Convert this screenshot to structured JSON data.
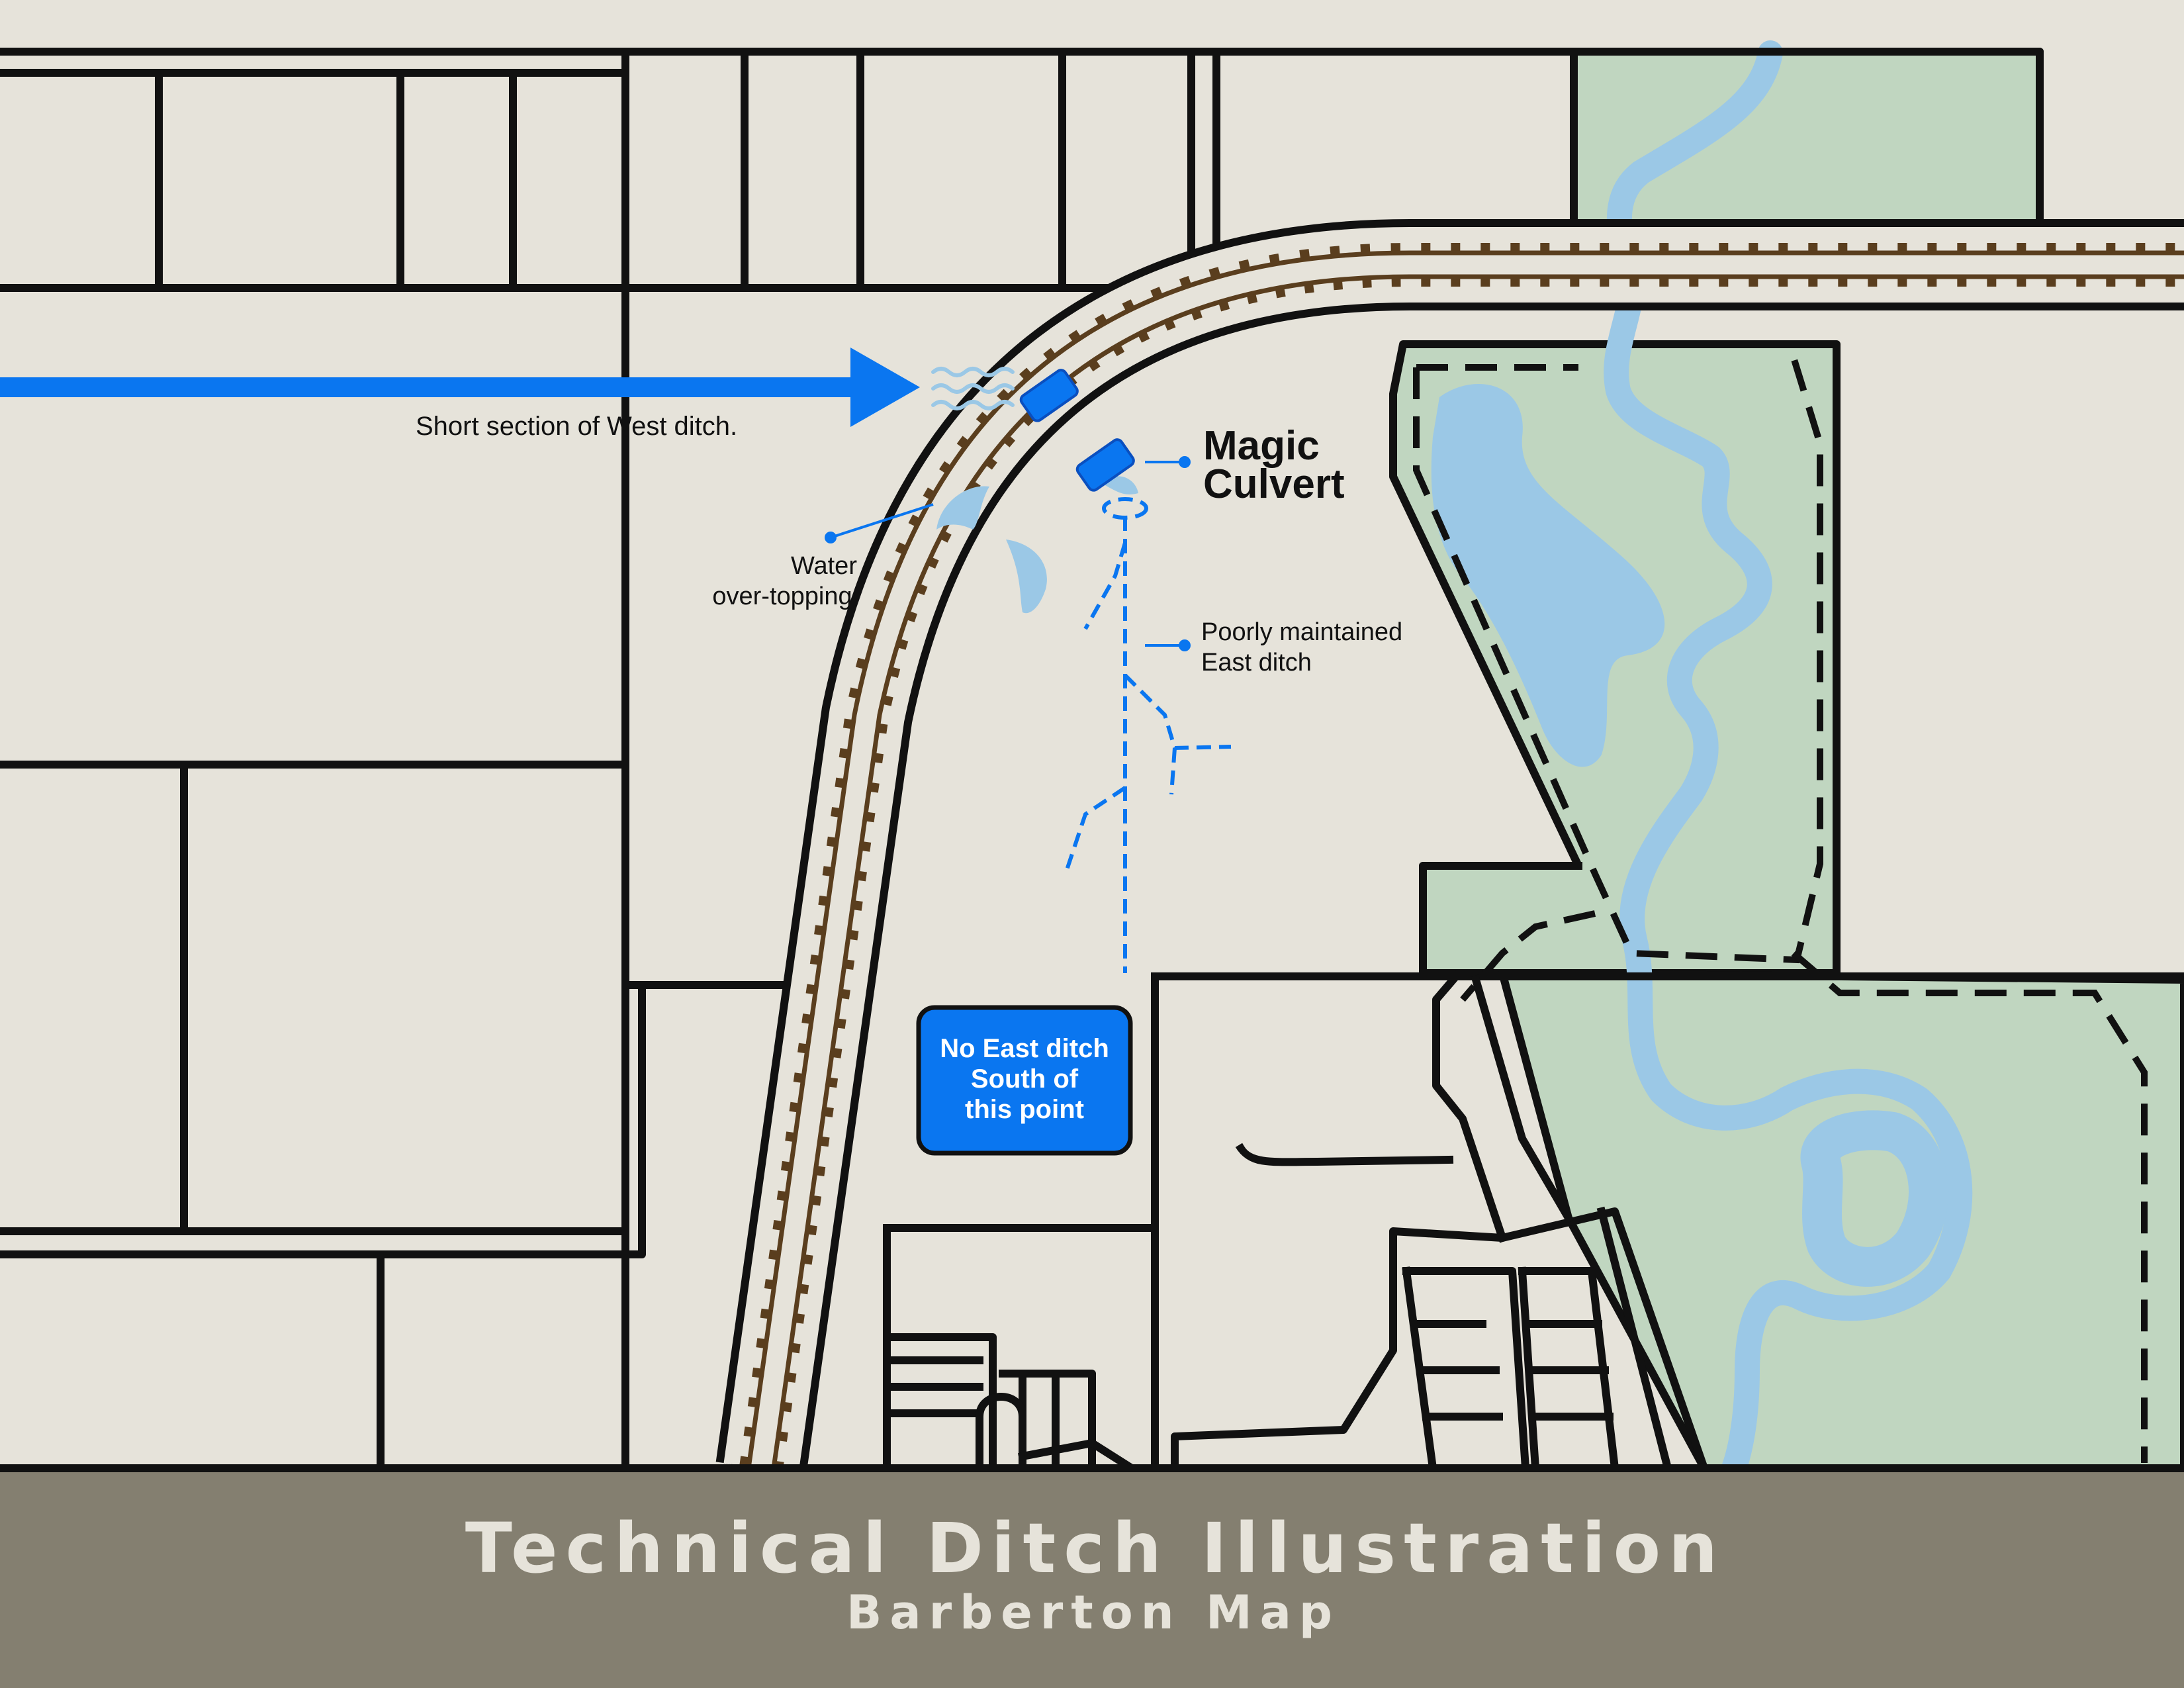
{
  "title": "Technical Ditch Illustration",
  "subtitle": "Barberton Map",
  "labels": {
    "west_ditch": "Short section of West ditch.",
    "magic_culvert_line1": "Magic",
    "magic_culvert_line2": "Culvert",
    "water_overtopping_line1": "Water",
    "water_overtopping_line2": "over-topping",
    "east_ditch_line1": "Poorly maintained",
    "east_ditch_line2": "East ditch",
    "no_east_ditch_line1": "No East ditch",
    "no_east_ditch_line2": "South of",
    "no_east_ditch_line3": "this point"
  },
  "colors": {
    "background": "#e6e3da",
    "footer": "#847f70",
    "park_green": "#c0d6c0",
    "water_blue": "#9bc8e6",
    "flow_blue": "#0a76f0",
    "rail_brown": "#5a3e1e",
    "outline": "#111111"
  },
  "icons": [
    "flow-arrow-icon",
    "culvert-icon",
    "wave-icon",
    "water-splash-icon"
  ]
}
